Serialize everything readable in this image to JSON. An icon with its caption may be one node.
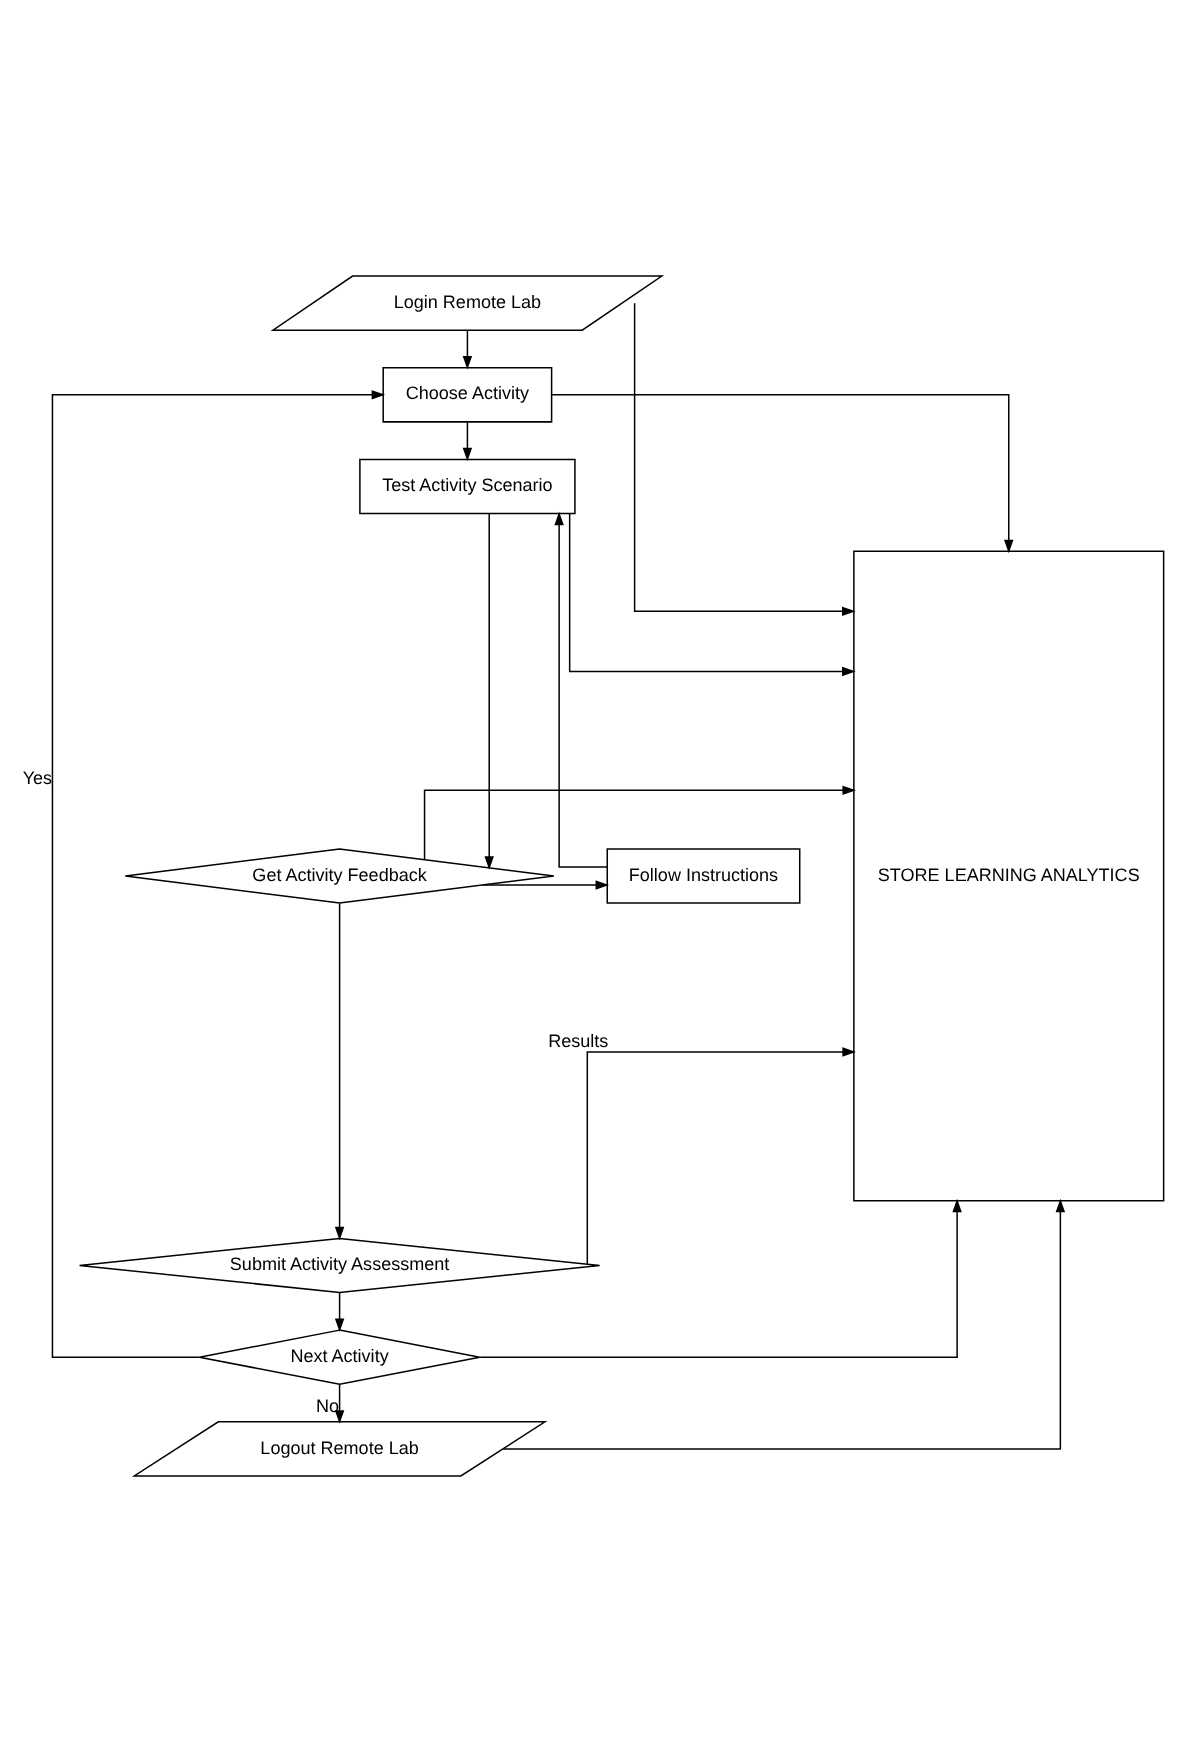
{
  "diagram": {
    "nodes": [
      {
        "text": [
          "Login Remote Lab"
        ]
      },
      {
        "text": [
          "Choose Activity"
        ]
      },
      {
        "text": [
          "Test Activity Scenario"
        ]
      },
      {
        "text": [
          "Get Activity Feedback"
        ]
      },
      {
        "text": [
          "Follow Instructions"
        ]
      },
      {
        "text": [
          "Submit Activity Assessment"
        ]
      },
      {
        "text": [
          "Next Activity"
        ]
      },
      {
        "text": [
          "Logout Remote Lab"
        ]
      },
      {
        "text": [
          "STORE LEARNING ANALYTICS"
        ]
      }
    ],
    "edges": [
      {
        "from": 0,
        "to": 1,
        "arrow": "to"
      },
      {
        "from": 1,
        "to": 2,
        "arrow": "to"
      },
      {
        "from": 2,
        "to": 3,
        "arrow": "to"
      },
      {
        "from": 3,
        "to": 4,
        "arrow": "to"
      },
      {
        "from": 4,
        "to": 2,
        "arrow": "to"
      },
      {
        "from": 3,
        "to": 5,
        "arrow": "to"
      },
      {
        "from": 5,
        "to": 6,
        "arrow": "to"
      },
      {
        "from": 6,
        "to": 1,
        "label": "Yes",
        "arrow": "to"
      },
      {
        "from": 6,
        "to": 7,
        "label": "No",
        "arrow": "to"
      },
      {
        "from": 0,
        "to": 8,
        "arrow": "to"
      },
      {
        "from": 1,
        "to": 8,
        "arrow": "to"
      },
      {
        "from": 2,
        "to": 8,
        "arrow": "to"
      },
      {
        "from": 3,
        "to": 8,
        "arrow": "to"
      },
      {
        "from": 5,
        "to": 8,
        "label": "Results",
        "arrow": "to"
      },
      {
        "from": 6,
        "to": 8,
        "arrow": "to"
      },
      {
        "from": 7,
        "to": 8,
        "arrow": "to"
      }
    ]
  }
}
